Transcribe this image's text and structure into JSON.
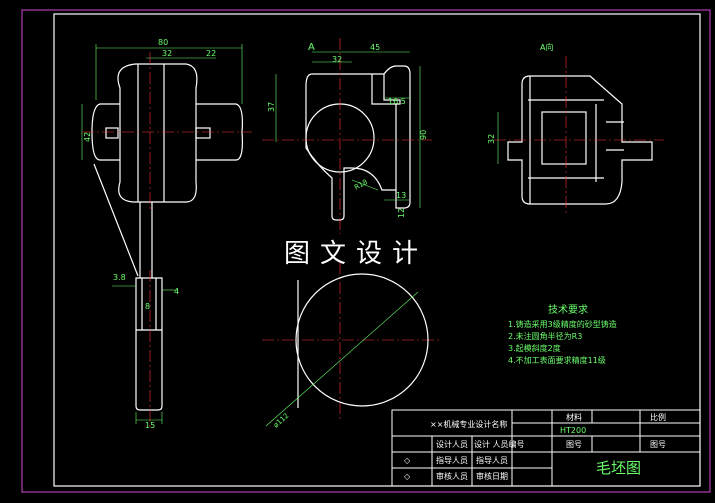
{
  "view_labels": {
    "front_section": "A",
    "a_view": "A向"
  },
  "dimensions": {
    "left_overall": "80",
    "left_mid": "32",
    "left_right": "22",
    "left_height": "42",
    "left_stem_w": "3.8",
    "left_stem_mid": "8",
    "left_stem_r": "4",
    "left_bottom": "15",
    "mid_top": "45",
    "mid_boss": "32",
    "mid_step": "16.5",
    "mid_left_h": "37",
    "mid_right_h": "90",
    "mid_r": "R18",
    "mid_bottom": "13",
    "mid_small": "12",
    "circle_dia": "ø112",
    "right_side": "32"
  },
  "watermark": "图文设计",
  "tech_requirements": {
    "title": "技术要求",
    "items": [
      "1.铸造采用3级精度的砂型铸造",
      "2.未注圆角半径为R3",
      "3.起模斜度2度",
      "4.不加工表面要求精度11级"
    ]
  },
  "title_block": {
    "school": "××机械专业设计名称",
    "material_label": "材料",
    "material": "HT200",
    "scale_label": "比例",
    "drawing_no_label": "图号",
    "sheet_label": "图号",
    "designer": "设计人员",
    "design_no": "设计 人员编号",
    "guide1": "指导人员",
    "guide2": "指导人员",
    "review": "审核人员",
    "review_date": "审核日期",
    "drawing_title": "毛坯图",
    "mark_a": "◇",
    "mark_b": "◇"
  }
}
